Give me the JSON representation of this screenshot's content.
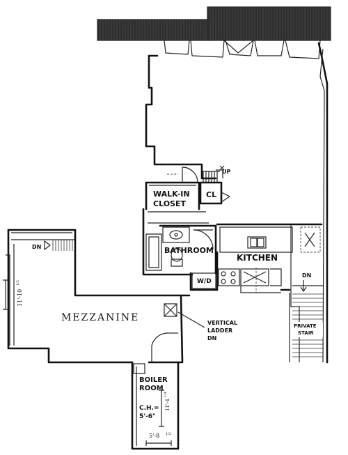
{
  "labels": {
    "walk_in": "WALK-IN",
    "closet": "CLOSET",
    "cl": "CL",
    "up": "UP",
    "bathroom": "BATHROOM",
    "kitchen": "KITCHEN",
    "wd": "W/D",
    "dn_top": "DN",
    "dn_right": "DN",
    "mezzanine": "MEZZANINE",
    "vertical": "VERTICAL",
    "ladder": "LADDER",
    "ladder_dn": "DN",
    "private": "PRIVATE",
    "stair": "STAIR",
    "boiler": "BOILER",
    "room": "ROOM",
    "ch": "C.H.=",
    "ch_value": "5'-6\"",
    "dim_mezz": "11'-10",
    "dim_mezz_frac": "1/2",
    "dim_boiler_w": "5'-8",
    "dim_boiler_w_frac": "1/2",
    "dim_boiler_h": "11'-4",
    "dim_boiler_h_frac": "1/4"
  }
}
